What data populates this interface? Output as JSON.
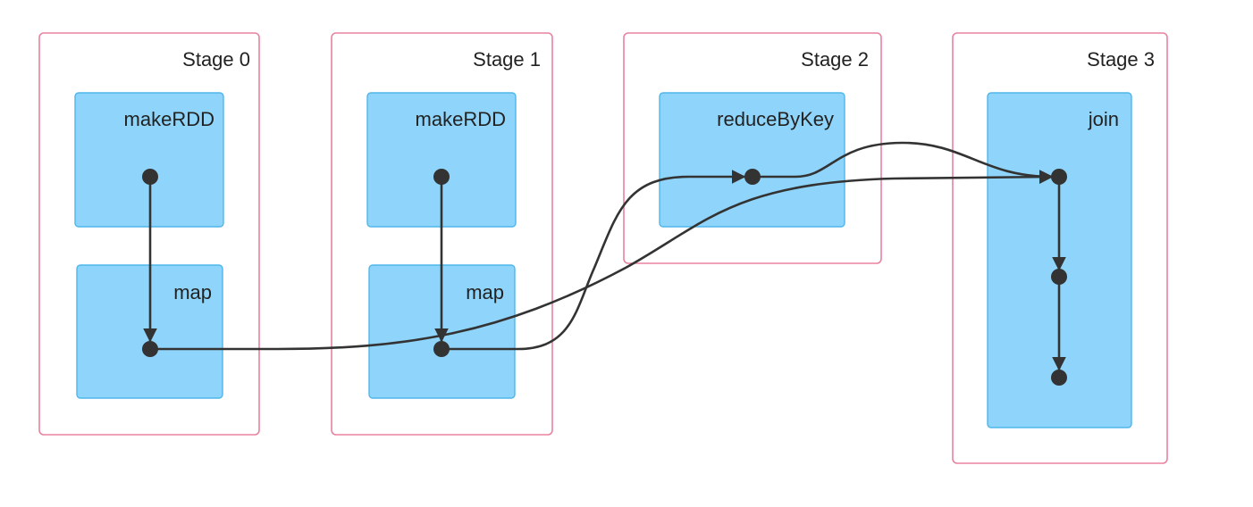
{
  "stages": [
    {
      "label": "Stage 0",
      "operations": [
        {
          "label": "makeRDD"
        },
        {
          "label": "map"
        }
      ]
    },
    {
      "label": "Stage 1",
      "operations": [
        {
          "label": "makeRDD"
        },
        {
          "label": "map"
        }
      ]
    },
    {
      "label": "Stage 2",
      "operations": [
        {
          "label": "reduceByKey"
        }
      ]
    },
    {
      "label": "Stage 3",
      "operations": [
        {
          "label": "join"
        }
      ]
    }
  ],
  "colors": {
    "stage_border": "#e8829f",
    "operation_fill": "#8fd4fa",
    "operation_border": "#4fb6ea",
    "edge": "#333333"
  }
}
